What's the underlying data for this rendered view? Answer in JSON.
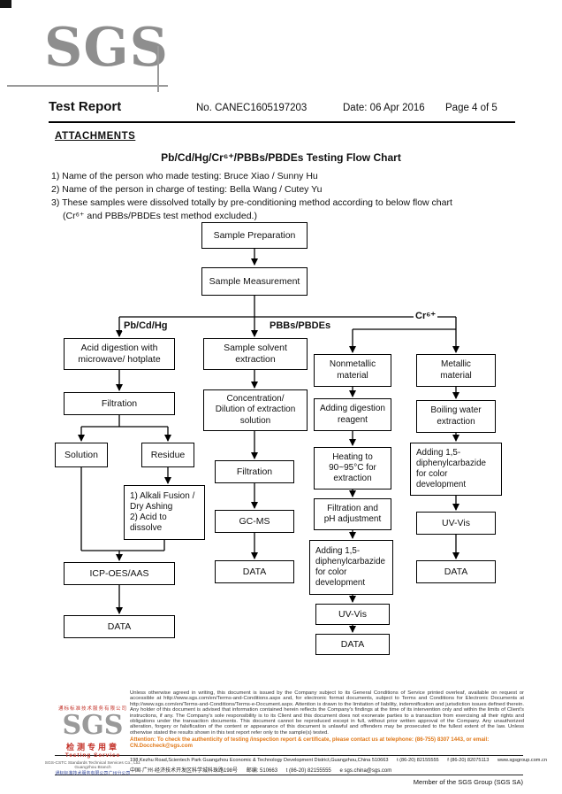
{
  "header": {
    "logo": "SGS",
    "report_title": "Test Report",
    "report_no": "No. CANEC1605197203",
    "date": "Date: 06 Apr 2016",
    "page": "Page 4 of 5"
  },
  "attachments": {
    "heading": "ATTACHMENTS",
    "title": "Pb/Cd/Hg/Cr⁶⁺/PBBs/PBDEs Testing Flow Chart",
    "notes": [
      "1) Name of the person who made testing:  Bruce Xiao / Sunny Hu",
      "2) Name of the person in charge of testing:  Bella Wang / Cutey Yu",
      "3) These samples were dissolved totally by  pre-conditioning method according to below flow chart",
      "(Cr⁶⁺ and PBBs/PBDEs test method excluded.)"
    ]
  },
  "flowchart": {
    "branches": {
      "left": "Pb/Cd/Hg",
      "center": "PBBs/PBDEs",
      "right": "Cr⁶⁺"
    },
    "nodes": {
      "prep": "Sample Preparation",
      "meas": "Sample Measurement",
      "acid": "Acid digestion with\nmicrowave/ hotplate",
      "filt1": "Filtration",
      "solution": "Solution",
      "residue": "Residue",
      "alkali": "1) Alkali Fusion /\nDry Ashing\n2) Acid to\ndissolve",
      "icp": "ICP-OES/AAS",
      "data1": "DATA",
      "solvent": "Sample solvent\nextraction",
      "conc": "Concentration/\nDilution of extraction\nsolution",
      "filt2": "Filtration",
      "gcms": "GC-MS",
      "data2": "DATA",
      "nonmetal": "Nonmetallic\nmaterial",
      "reagent": "Adding digestion\nreagent",
      "heating": "Heating to\n90~95°C for\nextraction",
      "filtph": "Filtration and\npH adjustment",
      "dipheny1": "Adding 1,5-\ndiphenylcarbazide\nfor color\ndevelopment",
      "uvvis1": "UV-Vis",
      "data3": "DATA",
      "metal": "Metallic\nmaterial",
      "boiling": "Boiling water\nextraction",
      "dipheny2": "Adding 1,5-\ndiphenylcarbazide\nfor color\ndevelopment",
      "uvvis2": "UV-Vis",
      "data4": "DATA"
    }
  },
  "footer": {
    "legal": "Unless otherwise agreed in writing, this document is issued by the Company subject to its General Conditions of Service printed overleaf, available on request or accessible at http://www.sgs.com/en/Terms-and-Conditions.aspx and, for electronic format documents, subject to Terms and Conditions for Electronic Documents at http://www.sgs.com/en/Terms-and-Conditions/Terms-e-Document.aspx. Attention is drawn to the limitation of liability, indemnification and jurisdiction issues defined therein. Any holder of this document is advised that information contained herein reflects the Company's findings at the time of its intervention only and within the limits of Client's instructions, if any. The Company's sole responsibility is to its Client and this document does not exonerate parties to a transaction from exercising all their rights and obligations under the transaction documents. This document cannot be reproduced except in full, without prior written approval of the Company. Any unauthorized alteration, forgery or falsification of the content or appearance of this document is unlawful and offenders may be prosecuted to the fullest extent of the law. Unless otherwise stated the results shown in this test report refer only to the sample(s) tested.",
    "attention": "Attention: To check the authenticity of testing /inspection report & certificate, please contact us at telephone: (86-755) 8307 1443, or email: CN.Doccheck@sgs.com",
    "address_en": "198 Kezhu Road,Scientech Park Guangzhou Economic & Technology Development District,Guangzhou,China 510663",
    "contact_en_t": "t (86-20) 82155555",
    "contact_en_f": "f (86-20) 82075113",
    "website": "www.sgsgroup.com.cn",
    "address_cn": "中国·广州·经济技术开发区科学城科珠路198号",
    "postcode_cn": "邮编: 510663",
    "contact_cn_t": "t (86-20) 82155555",
    "contact_cn_e": "e sgs.china@sgs.com",
    "member": "Member of the SGS Group (SGS SA)",
    "stamp": {
      "arc": "通标标准技术服务有限公司",
      "logo": "SGS",
      "seal": "检测专用章",
      "service": "Testing Service",
      "company": "SGS-CSTC Standards Technical Services Co., Ltd.",
      "branch": "Guangzhou Branch",
      "company_cn": "通标标准技术服务有限公司广州分公司"
    }
  }
}
